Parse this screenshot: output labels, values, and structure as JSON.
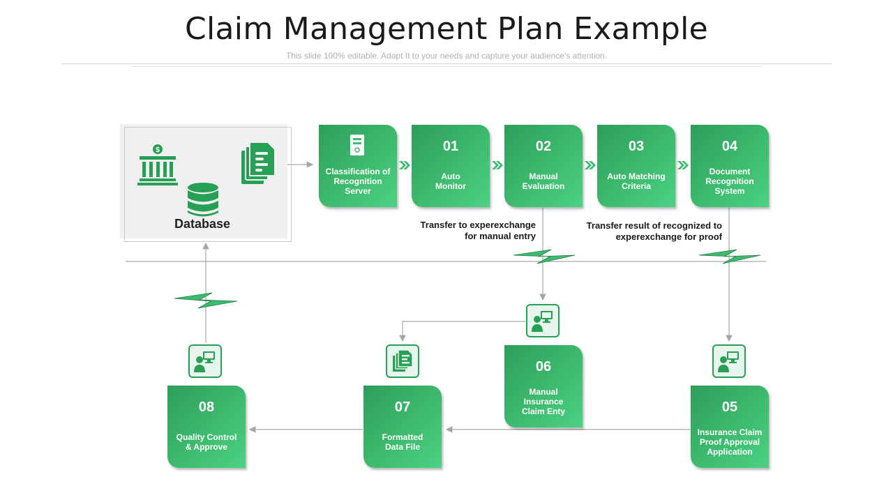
{
  "header": {
    "title": "Claim Management Plan Example",
    "subtitle": "This slide 100% editable. Adapt  It to your needs and capture your audience’s attention."
  },
  "database": {
    "label": "Database",
    "icons": [
      "bank-icon",
      "documents-icon",
      "database-icon"
    ]
  },
  "top_row": [
    {
      "num": "",
      "label": "Classification of Recognition Server",
      "icon": "server-icon"
    },
    {
      "num": "01",
      "label": "Auto Monitor"
    },
    {
      "num": "02",
      "label": "Manual Evaluation"
    },
    {
      "num": "03",
      "label": "Auto Matching Criteria"
    },
    {
      "num": "04",
      "label": "Document Recognition System"
    }
  ],
  "bottom_row": [
    {
      "num": "08",
      "label": "Quality Control & Approve",
      "icon": "user-computer-icon"
    },
    {
      "num": "07",
      "label": "Formatted Data File",
      "icon": "documents-icon"
    },
    {
      "num": "06",
      "label": "Manual Insurance Claim Enty",
      "icon": "user-computer-icon"
    },
    {
      "num": "05",
      "label": "Insurance Claim Proof Approval Application",
      "icon": "user-computer-icon"
    }
  ],
  "notes": {
    "transfer_manual_line1": "Transfer to experexchange",
    "transfer_manual_line2": "for manual entry",
    "transfer_proof_line1": "Transfer result of recognized to",
    "transfer_proof_line2": "experexchange for proof"
  },
  "colors": {
    "accent": "#3dbb6e",
    "accent_dark": "#27a056",
    "connector": "#a6a6a6"
  }
}
